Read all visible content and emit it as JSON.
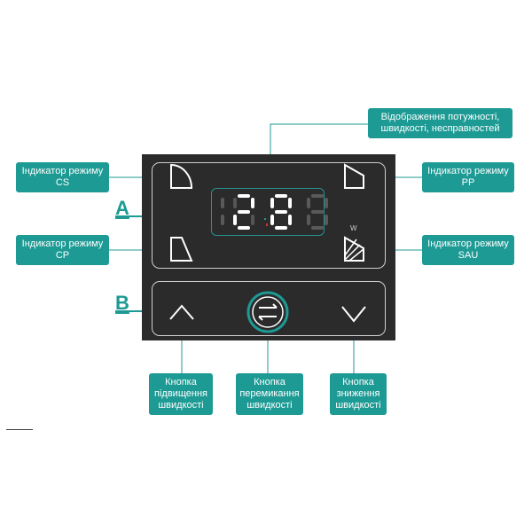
{
  "labels": {
    "display": "Відображення потужності,\nшвидкості, несправностей",
    "cs": "Індикатор режиму\nCS",
    "cp": "Індикатор режиму\nCP",
    "pp": "Індикатор режиму\nPP",
    "sau": "Індикатор режиму\nSAU",
    "up_button": "Кнопка\nпідвищення\nшвидкості",
    "switch_button": "Кнопка\nперемикання\nшвидкості",
    "down_button": "Кнопка\nзниження\nшвидкості"
  },
  "section_letters": {
    "a": "A",
    "b": "B"
  },
  "w_mark": "W",
  "icons": {
    "cs": "quarter-circle-icon",
    "cp": "trapezoid-icon",
    "pp": "slanted-trapezoid-icon",
    "sau": "hatched-trapezoid-icon",
    "up": "chevron-up-icon",
    "switch": "swap-arrows-icon",
    "down": "chevron-down-icon"
  },
  "colors": {
    "accent": "#1d9a94",
    "panel": "#2b2b2b",
    "line": "#cfcfcf"
  }
}
